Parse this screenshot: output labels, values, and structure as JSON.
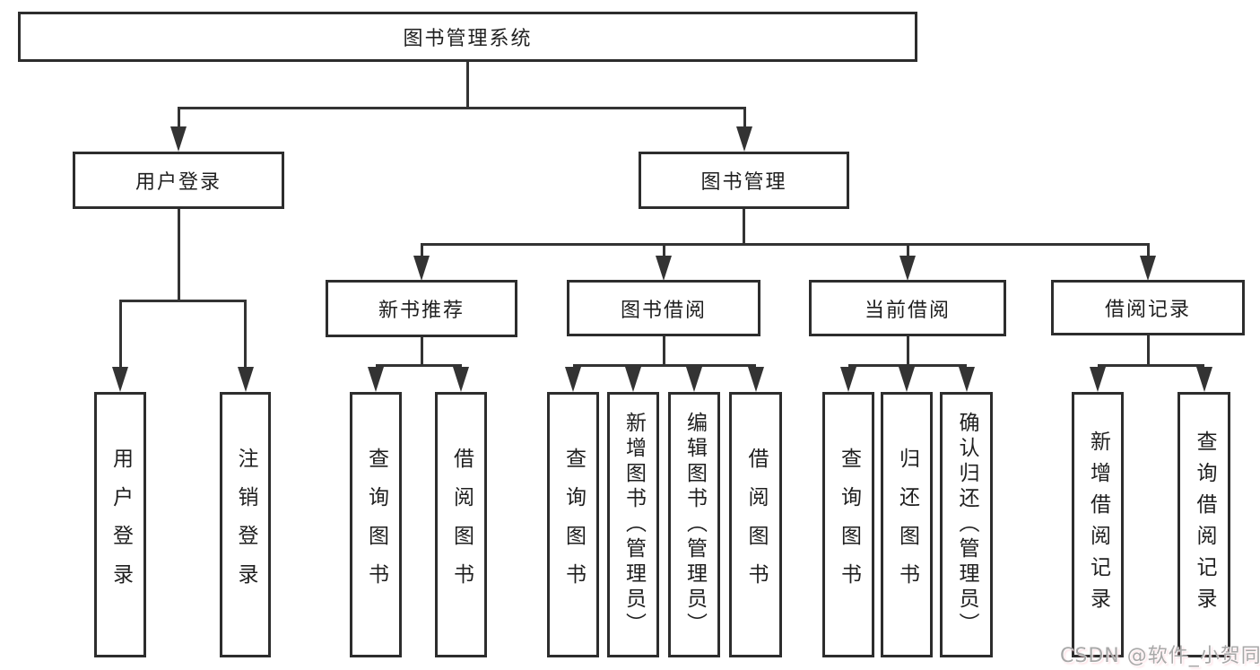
{
  "diagram_title": "图书管理系统",
  "nodes": {
    "root": {
      "label": "图书管理系统"
    },
    "userLogin": {
      "label": "用户登录"
    },
    "bookMgmt": {
      "label": "图书管理"
    },
    "newBookRec": {
      "label": "新书推荐"
    },
    "bookBorrow": {
      "label": "图书借阅"
    },
    "currentBorrow": {
      "label": "当前借阅"
    },
    "borrowRecord": {
      "label": "借阅记录"
    },
    "leafUserLogin": {
      "label": "用户登录"
    },
    "leafLogoutLogin": {
      "label": "注销登录"
    },
    "leafQueryBook1": {
      "label": "查询图书"
    },
    "leafBorrowBook1": {
      "label": "借阅图书"
    },
    "leafQueryBook2": {
      "label": "查询图书"
    },
    "leafAddBook": {
      "label": "新增图书（管理员）"
    },
    "leafEditBook": {
      "label": "编辑图书（管理员）"
    },
    "leafBorrowBook2": {
      "label": "借阅图书"
    },
    "leafQueryBook3": {
      "label": "查询图书"
    },
    "leafReturnBook": {
      "label": "归还图书"
    },
    "leafConfirmReturn": {
      "label": "确认归还（管理员）"
    },
    "leafAddBorrowRecord": {
      "label": "新增借阅记录"
    },
    "leafQueryBorrowRecord": {
      "label": "查询借阅记录"
    }
  },
  "hierarchy": {
    "图书管理系统": [
      "用户登录",
      "图书管理"
    ],
    "用户登录": [
      "用户登录",
      "注销登录"
    ],
    "图书管理": [
      "新书推荐",
      "图书借阅",
      "当前借阅",
      "借阅记录"
    ],
    "新书推荐": [
      "查询图书",
      "借阅图书"
    ],
    "图书借阅": [
      "查询图书",
      "新增图书（管理员）",
      "编辑图书（管理员）",
      "借阅图书"
    ],
    "当前借阅": [
      "查询图书",
      "归还图书",
      "确认归还（管理员）"
    ],
    "借阅记录": [
      "新增借阅记录",
      "查询借阅记录"
    ]
  },
  "watermark": {
    "text": "CSDN @软件_小贺同学"
  },
  "colors": {
    "background": "#ffffff",
    "box_border": "#2d2d2d",
    "line": "#333333",
    "text": "#1f1f1f",
    "watermark": "#a8a8a8"
  }
}
